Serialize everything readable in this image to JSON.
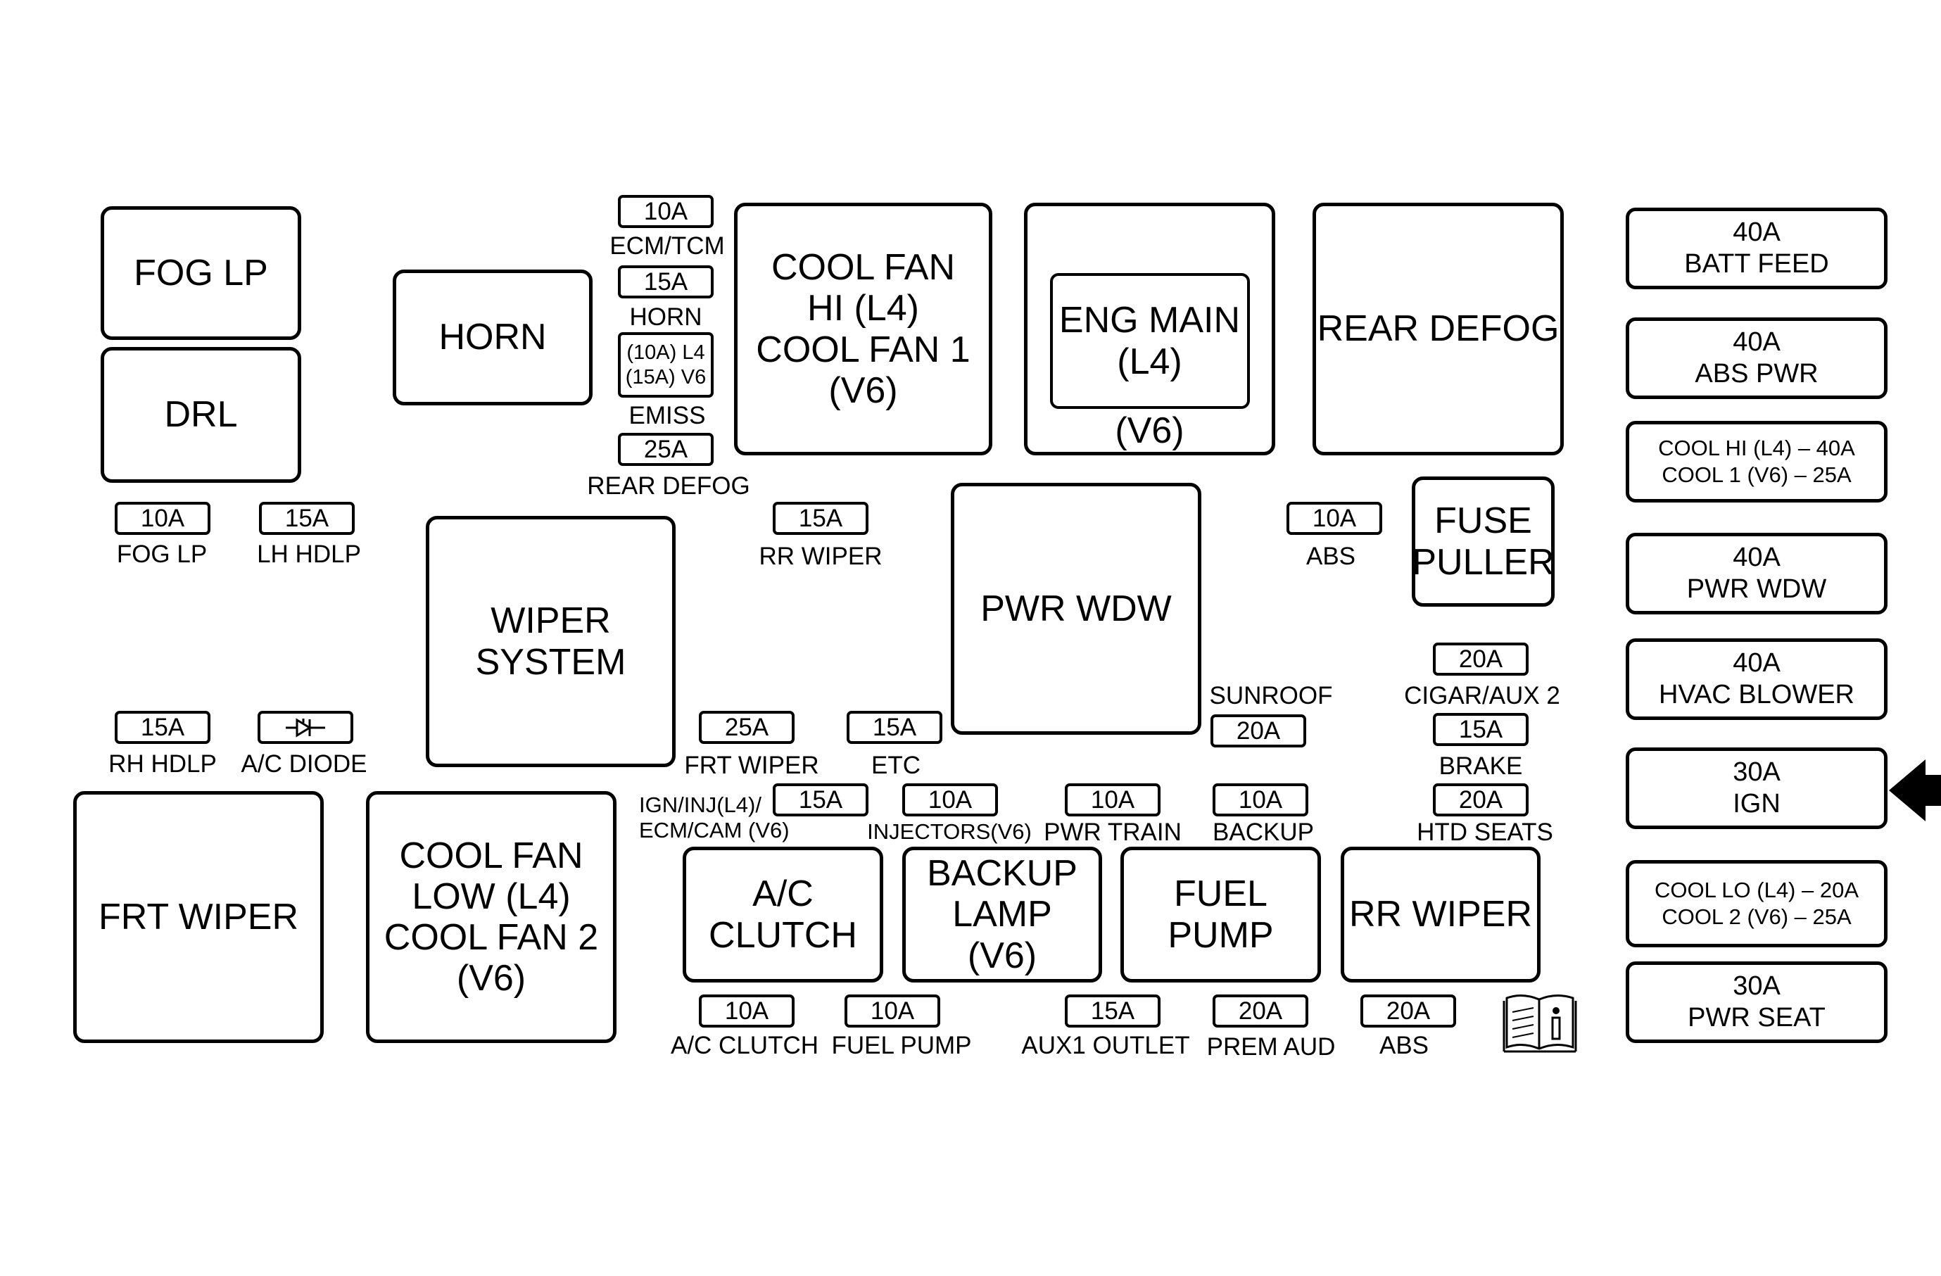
{
  "relays": {
    "fog_lp": "FOG LP",
    "drl": "DRL",
    "horn": "HORN",
    "wiper_system": [
      "WIPER",
      "SYSTEM"
    ],
    "cool_fan_hi": [
      "COOL FAN",
      "HI (L4)",
      "COOL FAN 1",
      "(V6)"
    ],
    "eng_main": [
      "ENG MAIN",
      "(L4)"
    ],
    "eng_main_v6": "(V6)",
    "rear_defog": "REAR DEFOG",
    "fuse_puller": [
      "FUSE",
      "PULLER"
    ],
    "pwr_wdw": "PWR WDW",
    "frt_wiper": "FRT WIPER",
    "cool_fan_low": [
      "COOL FAN",
      "LOW (L4)",
      "COOL FAN 2",
      "(V6)"
    ],
    "ac_clutch": [
      "A/C",
      "CLUTCH"
    ],
    "backup_lamp": [
      "BACKUP",
      "LAMP",
      "(V6)"
    ],
    "fuel_pump": [
      "FUEL",
      "PUMP"
    ],
    "rr_wiper": "RR WIPER"
  },
  "fuses": {
    "ecm_tcm": {
      "rating": "10A",
      "label": "ECM/TCM"
    },
    "horn": {
      "rating": "15A",
      "label": "HORN"
    },
    "emiss": {
      "rating": [
        "(10A) L4",
        "(15A) V6"
      ],
      "label": "EMISS"
    },
    "rear_defog": {
      "rating": "25A",
      "label": "REAR DEFOG"
    },
    "fog_lp": {
      "rating": "10A",
      "label": "FOG LP"
    },
    "lh_hdlp": {
      "rating": "15A",
      "label": "LH HDLP"
    },
    "rr_wiper": {
      "rating": "15A",
      "label": "RR WIPER"
    },
    "abs_top": {
      "rating": "10A",
      "label": "ABS"
    },
    "cigar_aux2": {
      "rating": "20A",
      "label": "CIGAR/AUX 2"
    },
    "sunroof": {
      "rating": "20A",
      "label": "SUNROOF"
    },
    "brake": {
      "rating": "15A",
      "label": "BRAKE"
    },
    "rh_hdlp": {
      "rating": "15A",
      "label": "RH HDLP"
    },
    "ac_diode": {
      "label": "A/C DIODE"
    },
    "frt_wiper": {
      "rating": "25A",
      "label": "FRT WIPER"
    },
    "etc": {
      "rating": "15A",
      "label": "ETC"
    },
    "ign_inj": {
      "rating": "15A",
      "label": [
        "IGN/INJ(L4)/",
        "ECM/CAM (V6)"
      ]
    },
    "injectors": {
      "rating": "10A",
      "label": "INJECTORS(V6)"
    },
    "pwr_train": {
      "rating": "10A",
      "label": "PWR TRAIN"
    },
    "backup": {
      "rating": "10A",
      "label": "BACKUP"
    },
    "htd_seats": {
      "rating": "20A",
      "label": "HTD SEATS"
    },
    "ac_clutch": {
      "rating": "10A",
      "label": "A/C CLUTCH"
    },
    "fuel_pump": {
      "rating": "10A",
      "label": "FUEL PUMP"
    },
    "aux1_outlet": {
      "rating": "15A",
      "label": "AUX1 OUTLET"
    },
    "prem_aud": {
      "rating": "20A",
      "label": "PREM AUD"
    },
    "abs_bottom": {
      "rating": "20A",
      "label": "ABS"
    }
  },
  "maxi": {
    "batt_feed": [
      "40A",
      "BATT FEED"
    ],
    "abs_pwr": [
      "40A",
      "ABS PWR"
    ],
    "cool_hi": [
      "COOL HI (L4) – 40A",
      "COOL 1 (V6) – 25A"
    ],
    "pwr_wdw": [
      "40A",
      "PWR WDW"
    ],
    "hvac_blower": [
      "40A",
      "HVAC BLOWER"
    ],
    "ign": [
      "30A",
      "IGN"
    ],
    "cool_lo": [
      "COOL LO (L4) – 20A",
      "COOL 2 (V6) – 25A"
    ],
    "pwr_seat": [
      "30A",
      "PWR SEAT"
    ]
  },
  "icons": {
    "manual": "owner-manual-info-icon",
    "pointer": "arrow-pointer-icon",
    "diode": "diode-icon"
  }
}
